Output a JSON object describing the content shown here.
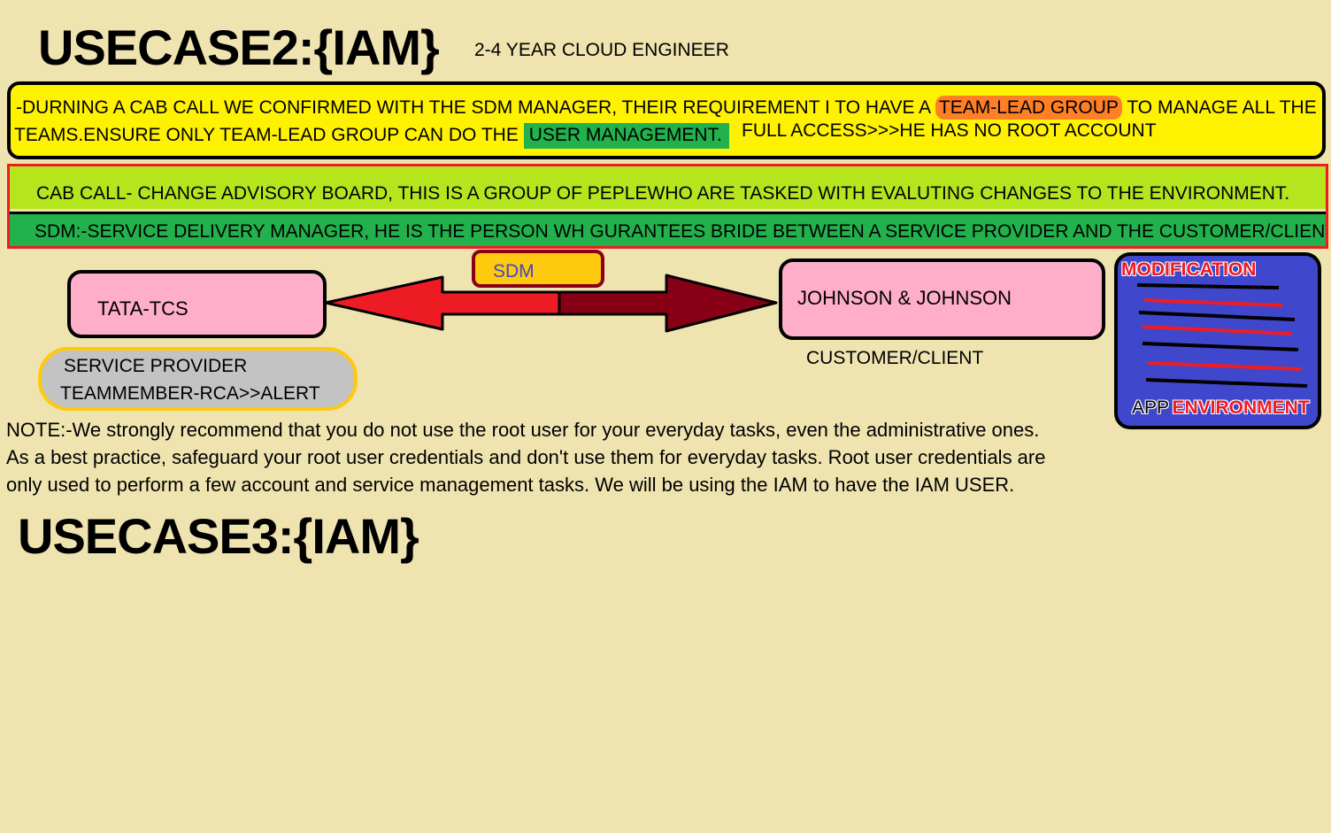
{
  "usecase2": {
    "title": "USECASE2:{IAM}",
    "subtitle": "2-4 YEAR CLOUD ENGINEER"
  },
  "requirement": {
    "line1_prefix": "-DURNING A CAB CALL WE CONFIRMED WITH THE SDM MANAGER, THEIR REQUIREMENT I TO HAVE A ",
    "highlight_group": "TEAM-LEAD GROUP",
    "line1_suffix": " TO MANAGE ALL THE",
    "line2_prefix": "TEAMS.ENSURE ONLY TEAM-LEAD GROUP CAN DO THE ",
    "highlight_user_mgmt": "USER MANAGEMENT.",
    "full_access": "FULL ACCESS>>>HE HAS NO ROOT ACCOUNT"
  },
  "definitions": {
    "cab": "CAB CALL- CHANGE ADVISORY BOARD, THIS IS A GROUP OF PEPLEWHO ARE TASKED WITH EVALUTING CHANGES TO THE ENVIRONMENT.",
    "sdm": "SDM:-SERVICE DELIVERY MANAGER, HE IS THE PERSON WH GURANTEES BRIDE BETWEEN A SERVICE PROVIDER AND THE CUSTOMER/CLIENT."
  },
  "diagram": {
    "provider_node": "TATA-TCS",
    "provider_label_line1": "SERVICE PROVIDER",
    "provider_label_line2": "TEAMMEMBER-RCA>>ALERT",
    "sdm_label": "SDM",
    "client_node": "JOHNSON & JOHNSON",
    "client_label": "CUSTOMER/CLIENT",
    "app_box": {
      "top_label": "MODIFICATION",
      "bottom_label_app": "APP",
      "bottom_label_env": "ENVIRONMENT"
    }
  },
  "note": {
    "line1": "NOTE:-We strongly recommend that you do not use the root user for your everyday tasks, even the administrative ones.",
    "line2": "As a best practice, safeguard your root user credentials and don't use them for everyday tasks. Root user credentials are",
    "line3": "only used to perform a few account and service management tasks. We will be using the IAM to have the IAM USER."
  },
  "usecase3": {
    "title": "USECASE3:{IAM}"
  },
  "colors": {
    "background": "#EFE4B0",
    "yellow": "#FFF200",
    "orange": "#FF7F27",
    "green": "#22B14C",
    "lime": "#B5E61D",
    "red": "#ED1C24",
    "dark_red": "#880015",
    "pink": "#FFAEC9",
    "gold": "#FFC90E",
    "gray": "#C3C3C3",
    "blue": "#3F48CC"
  }
}
